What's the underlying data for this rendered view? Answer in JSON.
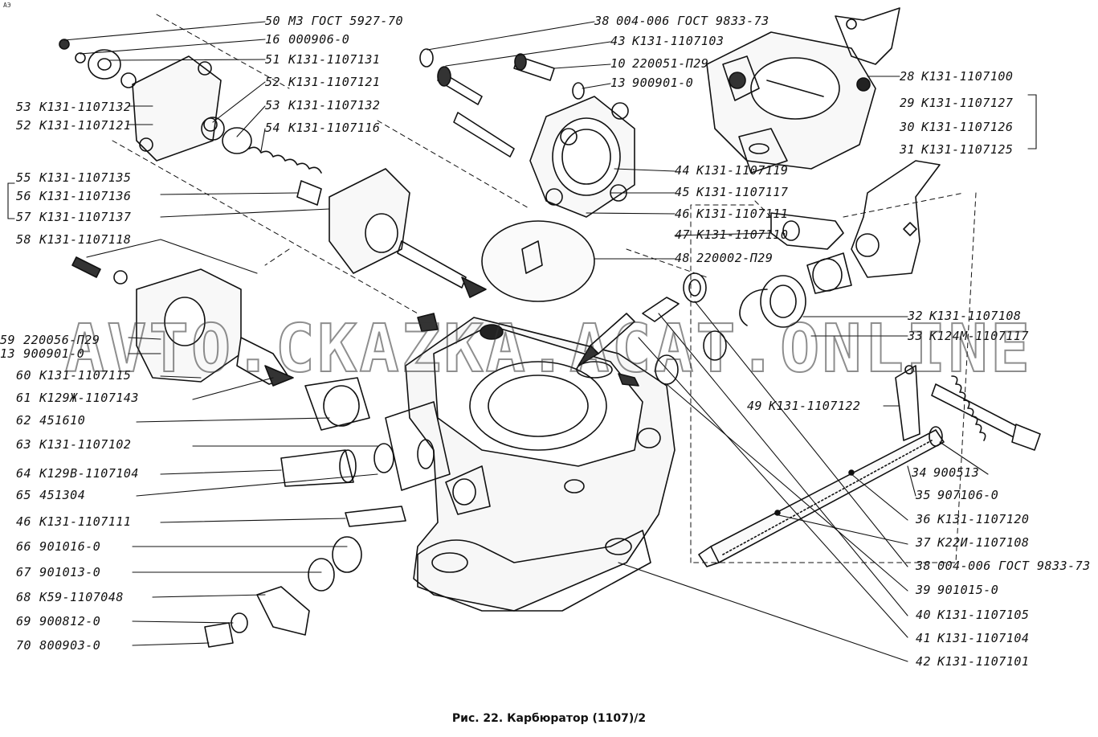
{
  "corner_mark": "AЭ",
  "caption": "Рис. 22. Карбюратор (1107)/2",
  "watermark": "AVTO.CKAZKA.ACAT.ONLINE",
  "labels": [
    {
      "num": "50",
      "part": "М3 ГОСТ 5927-70"
    },
    {
      "num": "16",
      "part": "000906-0"
    },
    {
      "num": "51",
      "part": "К131-1107131"
    },
    {
      "num": "52",
      "part": "К131-1107121"
    },
    {
      "num": "53",
      "part": "К131-1107132"
    },
    {
      "num": "54",
      "part": "К131-1107116"
    },
    {
      "num": "53",
      "part": "К131-1107132"
    },
    {
      "num": "52",
      "part": "К131-1107121"
    },
    {
      "num": "55",
      "part": "К131-1107135"
    },
    {
      "num": "56",
      "part": "К131-1107136"
    },
    {
      "num": "57",
      "part": "К131-1107137"
    },
    {
      "num": "58",
      "part": "К131-1107118"
    },
    {
      "num": "59",
      "part": "220056-П29"
    },
    {
      "num": "13",
      "part": "900901-0"
    },
    {
      "num": "60",
      "part": "К131-1107115"
    },
    {
      "num": "61",
      "part": "К129Ж-1107143"
    },
    {
      "num": "62",
      "part": "451610"
    },
    {
      "num": "63",
      "part": "К131-1107102"
    },
    {
      "num": "64",
      "part": "К129В-1107104"
    },
    {
      "num": "65",
      "part": "451304"
    },
    {
      "num": "46",
      "part": "К131-1107111"
    },
    {
      "num": "66",
      "part": "901016-0"
    },
    {
      "num": "67",
      "part": "901013-0"
    },
    {
      "num": "68",
      "part": "К59-1107048"
    },
    {
      "num": "69",
      "part": "900812-0"
    },
    {
      "num": "70",
      "part": "800903-0"
    },
    {
      "num": "38",
      "part": "004-006 ГОСТ 9833-73"
    },
    {
      "num": "43",
      "part": "К131-1107103"
    },
    {
      "num": "10",
      "part": "220051-П29"
    },
    {
      "num": "13",
      "part": "900901-0"
    },
    {
      "num": "28",
      "part": "К131-1107100"
    },
    {
      "num": "29",
      "part": "К131-1107127"
    },
    {
      "num": "30",
      "part": "К131-1107126"
    },
    {
      "num": "31",
      "part": "К131-1107125"
    },
    {
      "num": "44",
      "part": "К131-1107119"
    },
    {
      "num": "45",
      "part": "К131-1107117"
    },
    {
      "num": "46",
      "part": "К131-1107111"
    },
    {
      "num": "47",
      "part": "К131-1107110"
    },
    {
      "num": "48",
      "part": "220002-П29"
    },
    {
      "num": "32",
      "part": "К131-1107108"
    },
    {
      "num": "33",
      "part": "К124М-1107117"
    },
    {
      "num": "49",
      "part": "К131-1107122"
    },
    {
      "num": "34",
      "part": "900513"
    },
    {
      "num": "35",
      "part": "907106-0"
    },
    {
      "num": "36",
      "part": "К131-1107120"
    },
    {
      "num": "37",
      "part": "К22И-1107108"
    },
    {
      "num": "38",
      "part": "004-006 ГОСТ 9833-73"
    },
    {
      "num": "39",
      "part": "901015-0"
    },
    {
      "num": "40",
      "part": "К131-1107105"
    },
    {
      "num": "41",
      "part": "К131-1107104"
    },
    {
      "num": "42",
      "part": "К131-1107101"
    }
  ]
}
